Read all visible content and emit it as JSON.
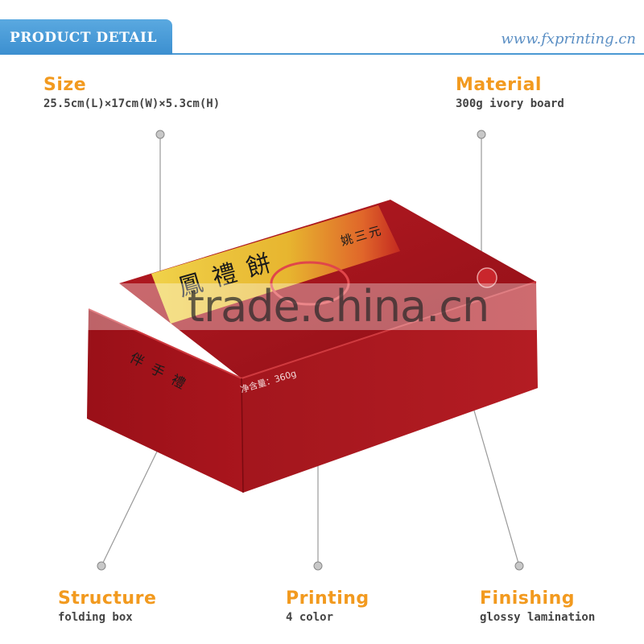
{
  "header": {
    "tab_label": "PRODUCT DETAIL",
    "site_url": "www.fxprinting.cn"
  },
  "specs": {
    "size": {
      "title": "Size",
      "value": "25.5cm(L)×17cm(W)×5.3cm(H)"
    },
    "material": {
      "title": "Material",
      "value": "300g ivory board"
    },
    "structure": {
      "title": "Structure",
      "value": "folding box"
    },
    "printing": {
      "title": "Printing",
      "value": "4 color"
    },
    "finishing": {
      "title": "Finishing",
      "value": "glossy lamination"
    }
  },
  "box_print": {
    "banner_text": "鳳禮餅",
    "brand_text": "姚三元",
    "net_weight": "净含量：360g",
    "side_text": "伴手禮"
  },
  "watermark": "trade.china.cn",
  "colors": {
    "accent_orange": "#f29a1f",
    "header_blue": "#4a98d3",
    "box_red": "#a8141c",
    "banner_gold": "#e6c23a"
  }
}
